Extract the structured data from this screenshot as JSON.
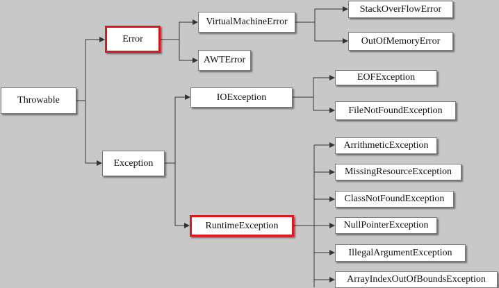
{
  "diagram": {
    "background": "#c8c8c8",
    "highlight_color": "#e0151f",
    "nodes": {
      "throwable": "Throwable",
      "error": "Error",
      "exception": "Exception",
      "virtual_machine_error": "VirtualMachineError",
      "awt_error": "AWTError",
      "stack_overflow_error": "StackOverFlowError",
      "out_of_memory_error": "OutOfMemoryError",
      "io_exception": "IOException",
      "runtime_exception": "RuntimeException",
      "eof_exception": "EOFException",
      "file_not_found_exception": "FileNotFoundException",
      "arithmetic_exception": "ArrithmeticException",
      "missing_resource_exception": "MissingResourceException",
      "class_not_found_exception": "ClassNotFoundException",
      "null_pointer_exception": "NullPointerException",
      "illegal_argument_exception": "IllegalArgumentException",
      "array_index_out_of_bounds_exception": "ArrayIndexOutOfBoundsException"
    },
    "highlighted": [
      "error",
      "runtime_exception"
    ]
  }
}
